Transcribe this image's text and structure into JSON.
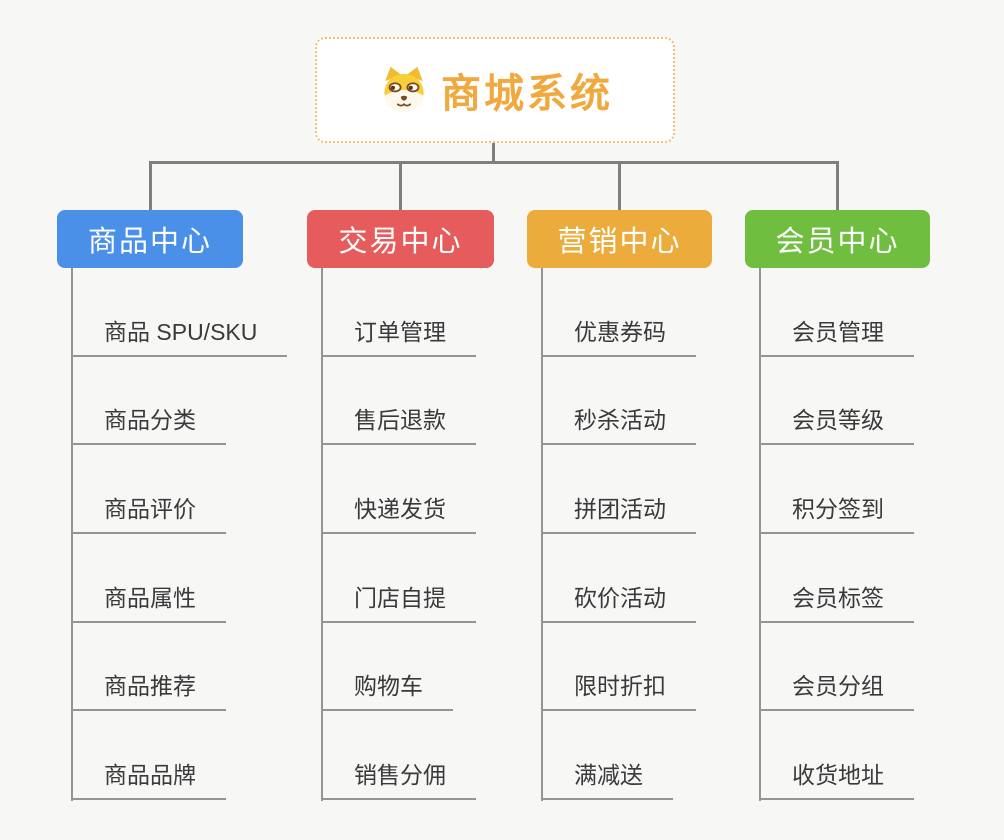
{
  "page": {
    "background_color": "#f7f7f6",
    "line_color": "#7f7f7f",
    "leaf_line_color": "#949494"
  },
  "root": {
    "title": "商城系统",
    "icon": "dog-face-icon",
    "text_color": "#efa93e",
    "border_color": "#f2c06e"
  },
  "branches": [
    {
      "label": "商品中心",
      "color": "#4a90e8",
      "children": [
        "商品 SPU/SKU",
        "商品分类",
        "商品评价",
        "商品属性",
        "商品推荐",
        "商品品牌"
      ]
    },
    {
      "label": "交易中心",
      "color": "#e65b5b",
      "children": [
        "订单管理",
        "售后退款",
        "快递发货",
        "门店自提",
        "购物车",
        "销售分佣"
      ]
    },
    {
      "label": "营销中心",
      "color": "#ecac3c",
      "children": [
        "优惠券码",
        "秒杀活动",
        "拼团活动",
        "砍价活动",
        "限时折扣",
        "满减送"
      ]
    },
    {
      "label": "会员中心",
      "color": "#6fbe3f",
      "children": [
        "会员管理",
        "会员等级",
        "积分签到",
        "会员标签",
        "会员分组",
        "收货地址"
      ]
    }
  ]
}
